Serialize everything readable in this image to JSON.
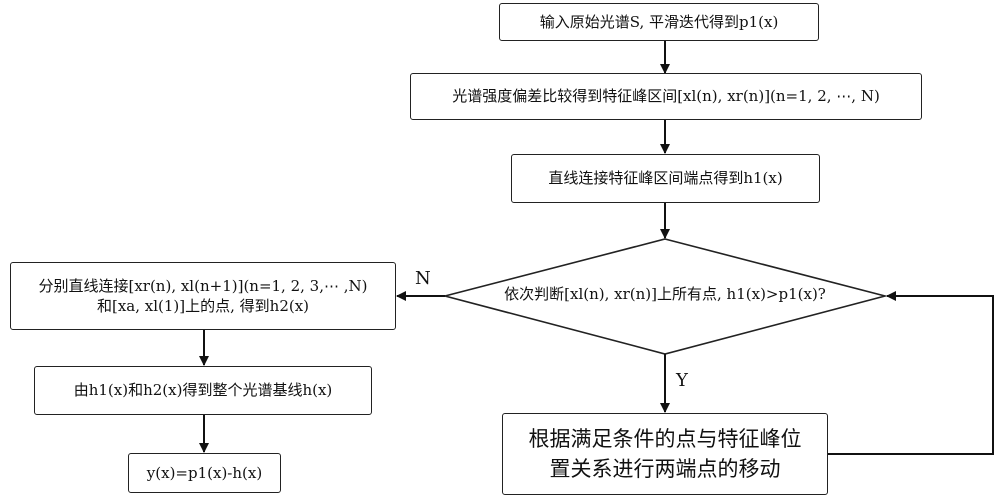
{
  "nodes": {
    "input": "输入原始光谱S, 平滑迭代得到p1(x)",
    "compare": "光谱强度偏差比较得到特征峰区间[xl(n), xr(n)](n=1, 2, ⋯, N)",
    "connect_h1": "直线连接特征峰区间端点得到h1(x)",
    "decision": "依次判断[xl(n), xr(n)]上所有点, h1(x)>p1(x)?",
    "connect_h2_line1": "分别直线连接[xr(n), xl(n+1)](n=1, 2, 3,⋯ ,N)",
    "connect_h2_line2": "和[xa, xl(1)]上的点, 得到h2(x)",
    "baseline": "由h1(x)和h2(x)得到整个光谱基线h(x)",
    "result": "y(x)=p1(x)-h(x)",
    "move_line1": "根据满足条件的点与特征峰位",
    "move_line2": "置关系进行两端点的移动"
  },
  "labels": {
    "no": "N",
    "yes": "Y"
  }
}
